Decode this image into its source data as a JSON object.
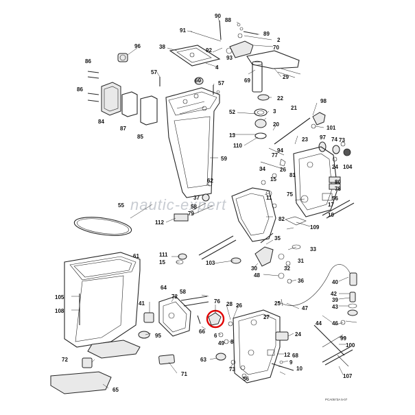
{
  "watermark": "nautic-expert",
  "drawing_code": "PCA0573A 5-07",
  "highlight_color": "#e10000",
  "highlighted_part": "28",
  "part_labels": [
    {
      "id": "p90",
      "text": "90"
    },
    {
      "id": "p88",
      "text": "88"
    },
    {
      "id": "p91",
      "text": "91"
    },
    {
      "id": "p89",
      "text": "89"
    },
    {
      "id": "p2",
      "text": "2"
    },
    {
      "id": "p70",
      "text": "70"
    },
    {
      "id": "p96",
      "text": "96"
    },
    {
      "id": "p38",
      "text": "38"
    },
    {
      "id": "p92",
      "text": "92"
    },
    {
      "id": "p93",
      "text": "93"
    },
    {
      "id": "p4",
      "text": "4"
    },
    {
      "id": "p69",
      "text": "69"
    },
    {
      "id": "p29",
      "text": "29"
    },
    {
      "id": "p86a",
      "text": "86"
    },
    {
      "id": "p57a",
      "text": "57"
    },
    {
      "id": "p60",
      "text": "60"
    },
    {
      "id": "p57b",
      "text": "57"
    },
    {
      "id": "p86b",
      "text": "86"
    },
    {
      "id": "p22",
      "text": "22"
    },
    {
      "id": "p98",
      "text": "98"
    },
    {
      "id": "p3",
      "text": "3"
    },
    {
      "id": "p52",
      "text": "52"
    },
    {
      "id": "p21",
      "text": "21"
    },
    {
      "id": "p84",
      "text": "84"
    },
    {
      "id": "p87",
      "text": "87"
    },
    {
      "id": "p85",
      "text": "85"
    },
    {
      "id": "p13",
      "text": "13"
    },
    {
      "id": "p20",
      "text": "20"
    },
    {
      "id": "p101",
      "text": "101"
    },
    {
      "id": "p110",
      "text": "110"
    },
    {
      "id": "p97",
      "text": "97"
    },
    {
      "id": "p74",
      "text": "74"
    },
    {
      "id": "p73",
      "text": "73"
    },
    {
      "id": "p23",
      "text": "23"
    },
    {
      "id": "p94",
      "text": "94"
    },
    {
      "id": "p77",
      "text": "77"
    },
    {
      "id": "p59",
      "text": "59"
    },
    {
      "id": "p26",
      "text": "26"
    },
    {
      "id": "p24a",
      "text": "24"
    },
    {
      "id": "p104",
      "text": "104"
    },
    {
      "id": "p34",
      "text": "34"
    },
    {
      "id": "p81",
      "text": "81"
    },
    {
      "id": "p62",
      "text": "62"
    },
    {
      "id": "p15a",
      "text": "15"
    },
    {
      "id": "p80",
      "text": "80"
    },
    {
      "id": "p78",
      "text": "78"
    },
    {
      "id": "p75",
      "text": "75"
    },
    {
      "id": "p37",
      "text": "37"
    },
    {
      "id": "p11",
      "text": "11"
    },
    {
      "id": "p56a",
      "text": "56"
    },
    {
      "id": "p17",
      "text": "17"
    },
    {
      "id": "p55",
      "text": "55"
    },
    {
      "id": "p58a",
      "text": "58"
    },
    {
      "id": "p79",
      "text": "79"
    },
    {
      "id": "p112",
      "text": "112"
    },
    {
      "id": "p19",
      "text": "19"
    },
    {
      "id": "p82",
      "text": "82"
    },
    {
      "id": "p109",
      "text": "109"
    },
    {
      "id": "p35",
      "text": "35"
    },
    {
      "id": "p33",
      "text": "33"
    },
    {
      "id": "p111",
      "text": "111"
    },
    {
      "id": "p61",
      "text": "61"
    },
    {
      "id": "p15b",
      "text": "15"
    },
    {
      "id": "p103",
      "text": "103"
    },
    {
      "id": "p30",
      "text": "30"
    },
    {
      "id": "p31",
      "text": "31"
    },
    {
      "id": "p32",
      "text": "32"
    },
    {
      "id": "p48",
      "text": "48"
    },
    {
      "id": "p36",
      "text": "36"
    },
    {
      "id": "p40",
      "text": "40"
    },
    {
      "id": "p105",
      "text": "105"
    },
    {
      "id": "p64",
      "text": "64"
    },
    {
      "id": "p58b",
      "text": "58"
    },
    {
      "id": "p42",
      "text": "42"
    },
    {
      "id": "p41",
      "text": "41"
    },
    {
      "id": "p72a",
      "text": "72"
    },
    {
      "id": "p76",
      "text": "76"
    },
    {
      "id": "p28",
      "text": "28"
    },
    {
      "id": "p26b",
      "text": "26"
    },
    {
      "id": "p25",
      "text": "25"
    },
    {
      "id": "p47",
      "text": "47"
    },
    {
      "id": "p39",
      "text": "39"
    },
    {
      "id": "p43",
      "text": "43"
    },
    {
      "id": "p108",
      "text": "108"
    },
    {
      "id": "p27",
      "text": "27"
    },
    {
      "id": "p46",
      "text": "46"
    },
    {
      "id": "p44",
      "text": "44"
    },
    {
      "id": "p66",
      "text": "66"
    },
    {
      "id": "p95",
      "text": "95"
    },
    {
      "id": "p6",
      "text": "6"
    },
    {
      "id": "p49",
      "text": "49"
    },
    {
      "id": "p8",
      "text": "8"
    },
    {
      "id": "p24b",
      "text": "24"
    },
    {
      "id": "p99",
      "text": "99"
    },
    {
      "id": "p100",
      "text": "100"
    },
    {
      "id": "p72b",
      "text": "72"
    },
    {
      "id": "p63",
      "text": "63"
    },
    {
      "id": "p12",
      "text": "12"
    },
    {
      "id": "p68",
      "text": "68"
    },
    {
      "id": "p71",
      "text": "71"
    },
    {
      "id": "p73b",
      "text": "73"
    },
    {
      "id": "p9",
      "text": "9"
    },
    {
      "id": "p10",
      "text": "10"
    },
    {
      "id": "p56b",
      "text": "56"
    },
    {
      "id": "p107",
      "text": "107"
    },
    {
      "id": "p65",
      "text": "65"
    }
  ]
}
